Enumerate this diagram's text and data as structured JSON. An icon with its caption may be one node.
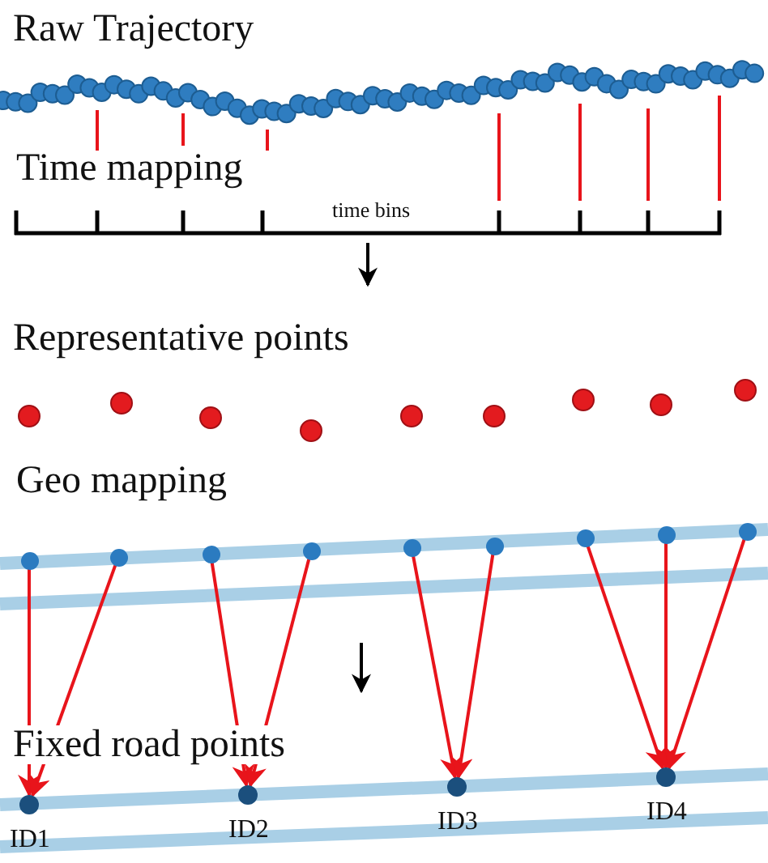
{
  "diagram": {
    "nodes": [
      {
        "text": [],
        "shape": "circle"
      },
      {
        "text": [],
        "shape": "circle"
      },
      {
        "text": [],
        "shape": "circle"
      },
      {
        "text": [],
        "shape": "circle"
      },
      {
        "text": [],
        "shape": "circle"
      },
      {
        "text": [],
        "shape": "circle"
      },
      {
        "text": [],
        "shape": "circle"
      },
      {
        "text": [],
        "shape": "circle"
      },
      {
        "text": [],
        "shape": "circle"
      },
      {
        "text": [],
        "shape": "circle",
        "beside": [
          "ID1"
        ]
      },
      {
        "text": [],
        "shape": "circle",
        "beside": [
          "ID2"
        ]
      },
      {
        "text": [],
        "shape": "circle",
        "beside": [
          "ID3"
        ]
      },
      {
        "text": [],
        "shape": "circle",
        "beside": [
          "ID4"
        ]
      }
    ],
    "edges": [
      {
        "from": 0,
        "to": 9,
        "arrow": "to"
      },
      {
        "from": 1,
        "to": 9,
        "arrow": "to"
      },
      {
        "from": 2,
        "to": 10,
        "arrow": "to"
      },
      {
        "from": 3,
        "to": 10,
        "arrow": "to"
      },
      {
        "from": 4,
        "to": 11,
        "arrow": "to"
      },
      {
        "from": 5,
        "to": 11,
        "arrow": "to"
      },
      {
        "from": 6,
        "to": 12,
        "arrow": "to"
      },
      {
        "from": 7,
        "to": 12,
        "arrow": "to"
      },
      {
        "from": 8,
        "to": 12,
        "arrow": "to"
      }
    ],
    "labels": [
      "Raw Trajectory",
      "Time mapping",
      "time bins",
      "Representative points",
      "Geo mapping",
      "Fixed road points"
    ]
  }
}
